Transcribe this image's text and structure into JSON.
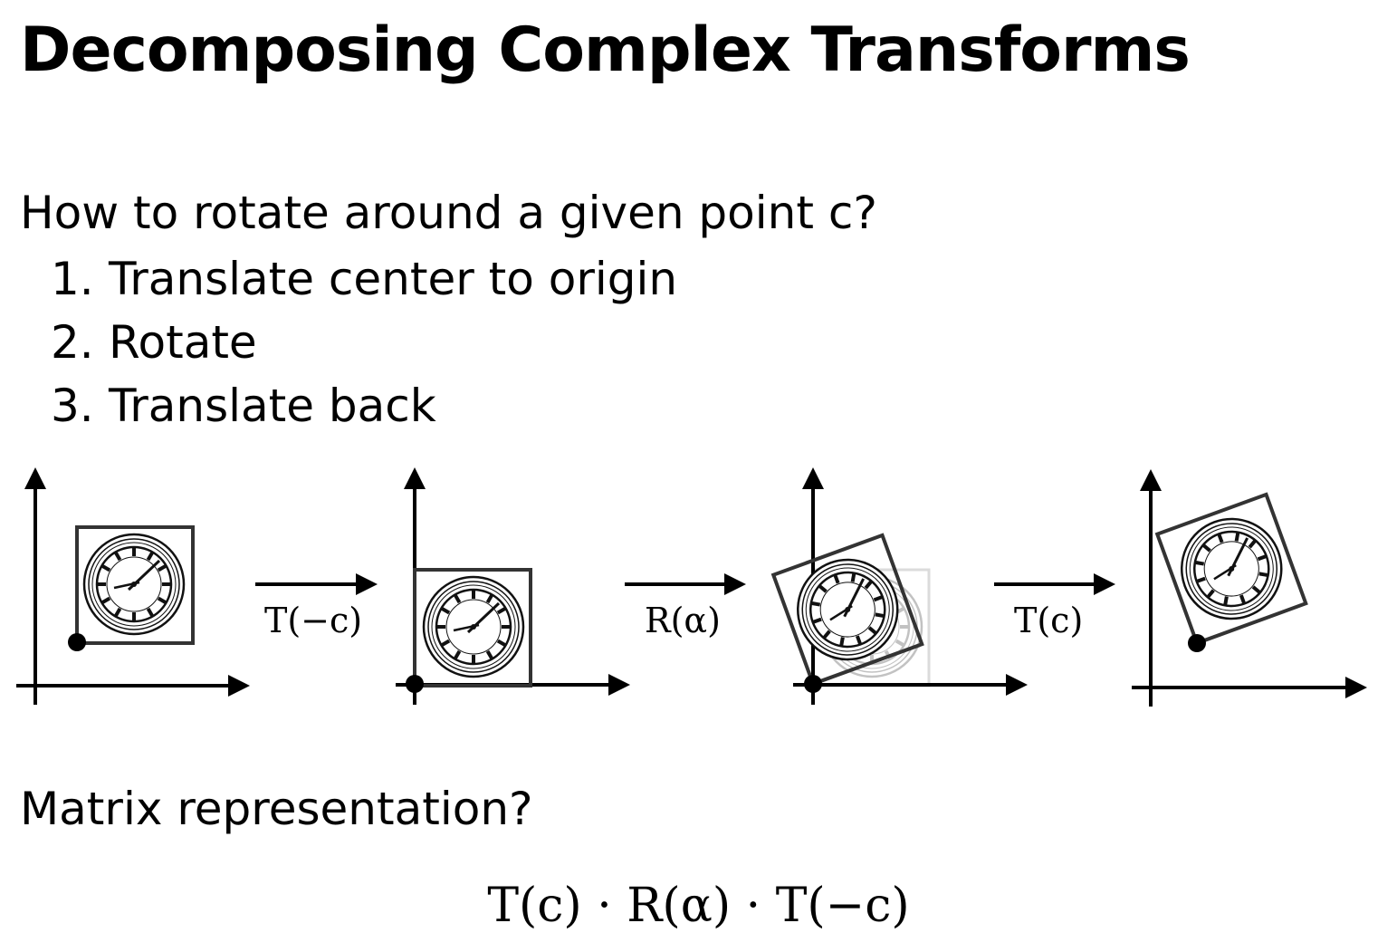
{
  "slide": {
    "title": "Decomposing Complex Transforms",
    "question": "How to rotate around a given point c?",
    "steps": [
      {
        "num": "1.",
        "text": "Translate center to origin"
      },
      {
        "num": "2.",
        "text": "Rotate"
      },
      {
        "num": "3.",
        "text": "Translate back"
      }
    ],
    "matrix_question": "Matrix representation?",
    "formula": "T(c) · R(α) · T(−c)"
  },
  "diagram": {
    "arrow_labels": [
      "T(−c)",
      "R(α)",
      "T(c)"
    ],
    "clock_icon": "clock-icon"
  }
}
